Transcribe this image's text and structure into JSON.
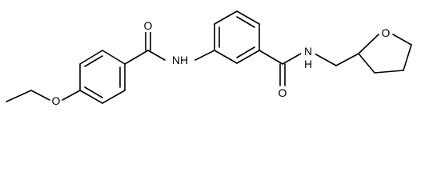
{
  "structure": {
    "atom_labels": {
      "ether_o": "O",
      "amide1_o": "O",
      "amide1_n": "NH",
      "amide2_o": "O",
      "amide2_n": "N",
      "amide2_h": "H",
      "ring_o": "O"
    }
  },
  "colors": {
    "bond": "#000000",
    "background": "#ffffff"
  }
}
